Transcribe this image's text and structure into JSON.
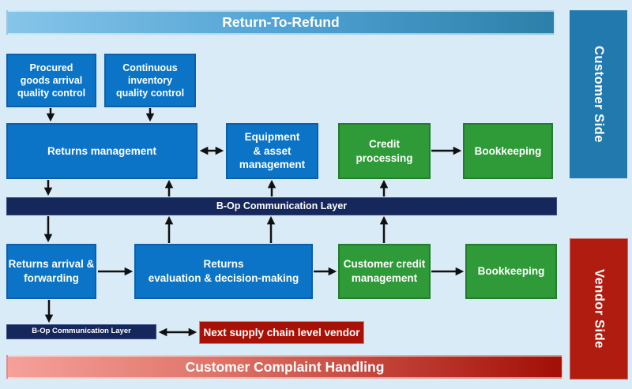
{
  "diagram": {
    "title_banner": "Return-To-Refund",
    "footer_banner": "Customer Complaint Handling",
    "customer_side_label": "Customer Side",
    "vendor_side_label": "Vendor Side",
    "boxes": {
      "procured": "Procured\ngoods arrival\nquality control",
      "continuous": "Continuous\ninventory\nquality control",
      "returns_management": "Returns management",
      "equipment": "Equipment\n& asset\nmanagement",
      "credit_processing": "Credit\nprocessing",
      "bookkeeping_top": "Bookkeeping",
      "bop_main": "B-Op Communication Layer",
      "returns_arrival": "Returns arrival &\nforwarding",
      "returns_evaluation": "Returns\nevaluation & decision-making",
      "customer_credit": "Customer credit\nmanagement",
      "bookkeeping_bottom": "Bookkeeping",
      "bop_small": "B-Op Communication Layer",
      "next_vendor": "Next supply chain level vendor"
    },
    "colors": {
      "background": "#d9ebf7",
      "blue_box": "#0b74c7",
      "green_box": "#2f9a38",
      "navy_bar": "#16275c",
      "red_box": "#a81106",
      "customer_side_bg": "#2279ae",
      "vendor_side_bg": "#b01c10",
      "banner_top_gradient_start": "#86c5e9",
      "banner_top_gradient_end": "#2b80a9",
      "banner_bottom_gradient_start": "#f5a19a",
      "banner_bottom_gradient_end": "#a30e05",
      "arrow": "#101010"
    }
  }
}
